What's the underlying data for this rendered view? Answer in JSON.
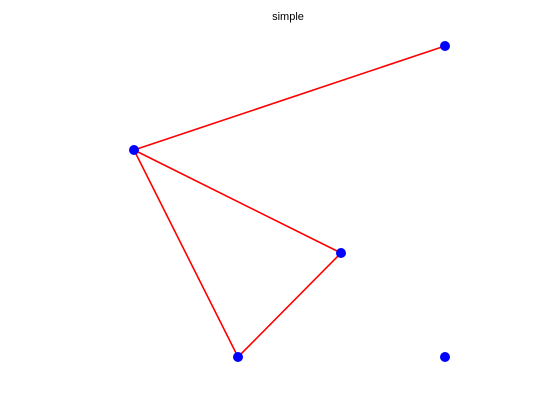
{
  "figure": {
    "title": "simple"
  },
  "graph": {
    "node_color": "#0000ff",
    "edge_color": "#ff0000",
    "nodes": [
      {
        "id": "n1"
      },
      {
        "id": "n2"
      },
      {
        "id": "n3"
      },
      {
        "id": "n4"
      },
      {
        "id": "n5"
      }
    ],
    "edges": [
      {
        "from": "n2",
        "to": "n1"
      },
      {
        "from": "n2",
        "to": "n3"
      },
      {
        "from": "n2",
        "to": "n4"
      },
      {
        "from": "n4",
        "to": "n3"
      }
    ]
  }
}
